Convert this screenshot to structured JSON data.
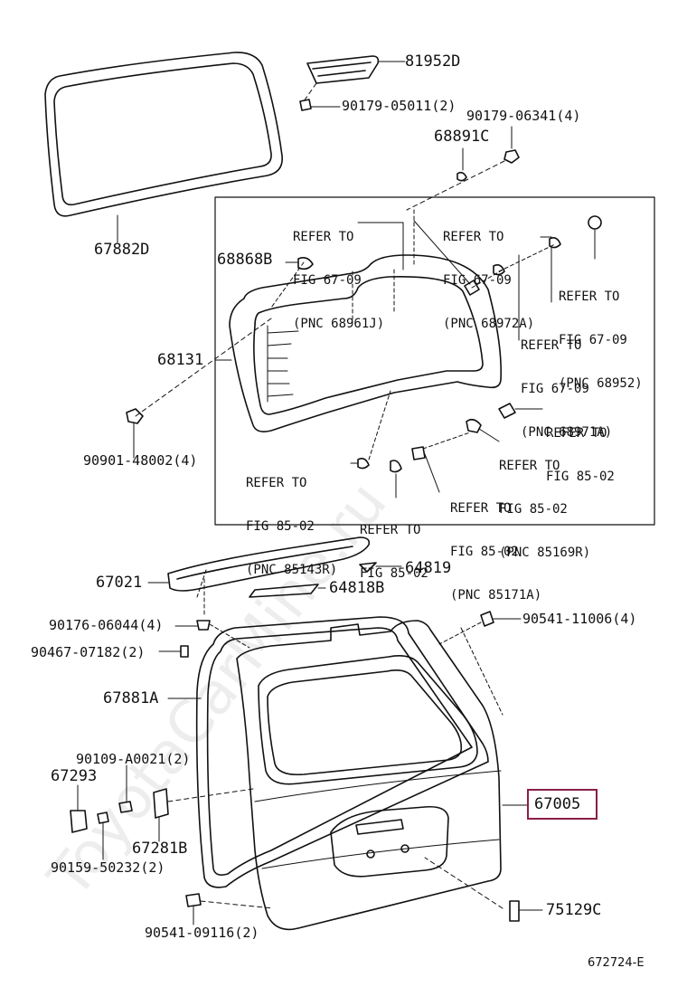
{
  "watermark": "ToyotaCarMine.ru",
  "highlight_color": "#8b1e4a",
  "diagram_id": "672724-E",
  "part_labels": {
    "p81952D": "81952D",
    "p90179_05011": "90179-05011(2)",
    "p90179_06341": "90179-06341(4)",
    "p68891C": "68891C",
    "p67882D": "67882D",
    "p68868B": "68868B",
    "p68131": "68131",
    "p90901_48002": "90901-48002(4)",
    "p64819": "64819",
    "p67021": "67021",
    "p64818B": "64818B",
    "p90176_06044": "90176-06044(4)",
    "p90541_11006": "90541-11006(4)",
    "p90467_07182": "90467-07182(2)",
    "p67881A": "67881A",
    "p90109_A0021": "90109-A0021(2)",
    "p67293": "67293",
    "p67005": "67005",
    "p67281B": "67281B",
    "p90159_50232": "90159-50232(2)",
    "p75129C": "75129C",
    "p90541_09116": "90541-09116(2)"
  },
  "references": {
    "r1": [
      "REFER TO",
      "FIG 67-09",
      "(PNC 68961J)"
    ],
    "r2": [
      "REFER TO",
      "FIG 67-09",
      "(PNC 68972A)"
    ],
    "r3": [
      "REFER TO",
      "FIG 67-09",
      "(PNC 68952)"
    ],
    "r4": [
      "REFER TO",
      "FIG 67-09",
      "(PNC 68971A)"
    ],
    "r5": [
      "REFER TO",
      "FIG 85-02"
    ],
    "r6": [
      "REFER TO",
      "FIG 85-02",
      "(PNC 85169R)"
    ],
    "r7": [
      "REFER TO",
      "FIG 85-02",
      "(PNC 85143R)"
    ],
    "r8": [
      "REFER TO",
      "FIG 85-02",
      "(PNC 85171A)"
    ],
    "r9": [
      "REFER TO",
      "FIG 85-02"
    ]
  }
}
